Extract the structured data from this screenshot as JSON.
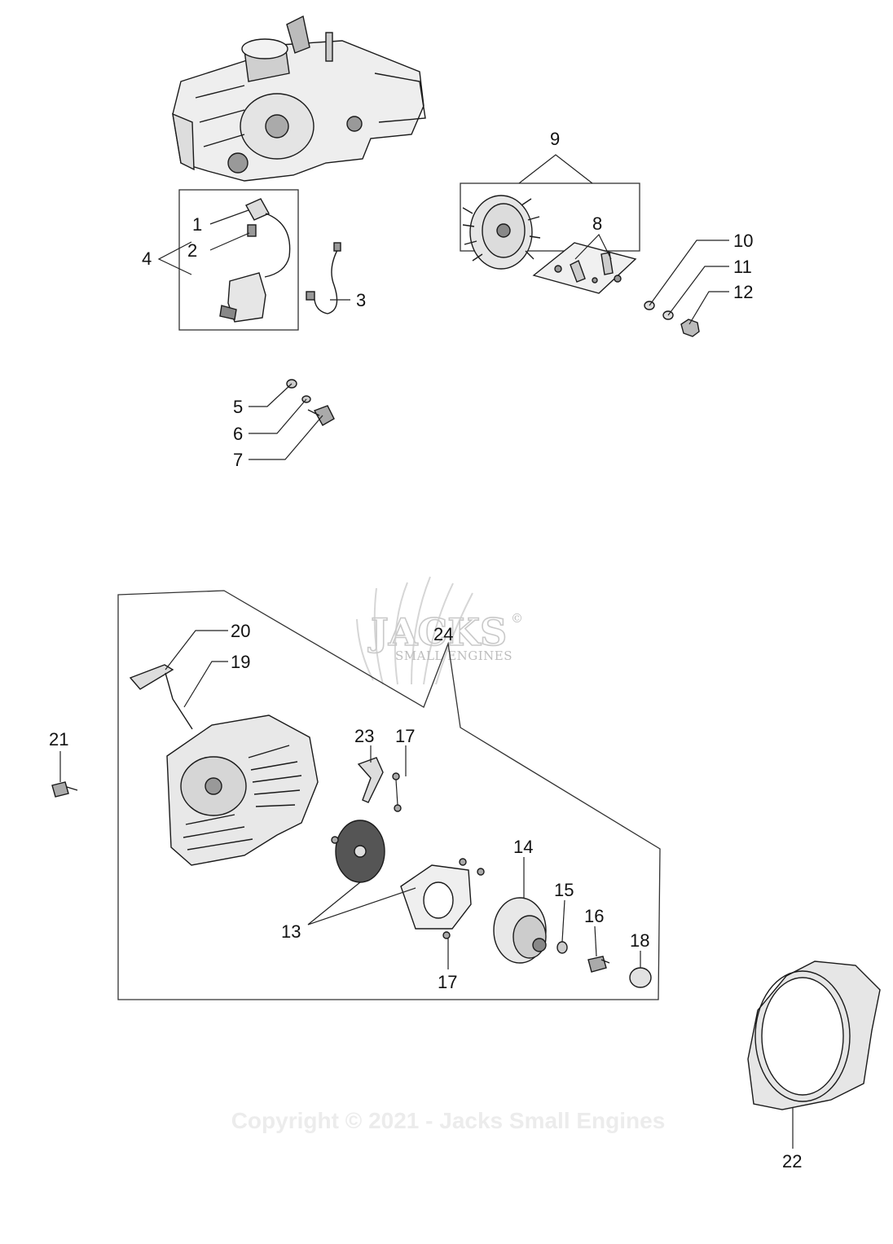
{
  "watermark": {
    "logo_text": "JACKS",
    "logo_sub": "SMALL ENGINES",
    "registered": "©",
    "copyright": "Copyright © 2021 - Jacks Small Engines"
  },
  "callouts": {
    "c1": "1",
    "c2": "2",
    "c3": "3",
    "c4": "4",
    "c5": "5",
    "c6": "6",
    "c7": "7",
    "c8": "8",
    "c9": "9",
    "c10": "10",
    "c11": "11",
    "c12": "12",
    "c13": "13",
    "c14": "14",
    "c15": "15",
    "c16": "16",
    "c17a": "17",
    "c17b": "17",
    "c18": "18",
    "c19": "19",
    "c20": "20",
    "c21": "21",
    "c22": "22",
    "c23": "23",
    "c24": "24"
  },
  "colors": {
    "ink": "#1a1a1a",
    "part_fill": "#eeeeee",
    "part_dark": "#555555",
    "watermark": "#c9c9c9"
  }
}
